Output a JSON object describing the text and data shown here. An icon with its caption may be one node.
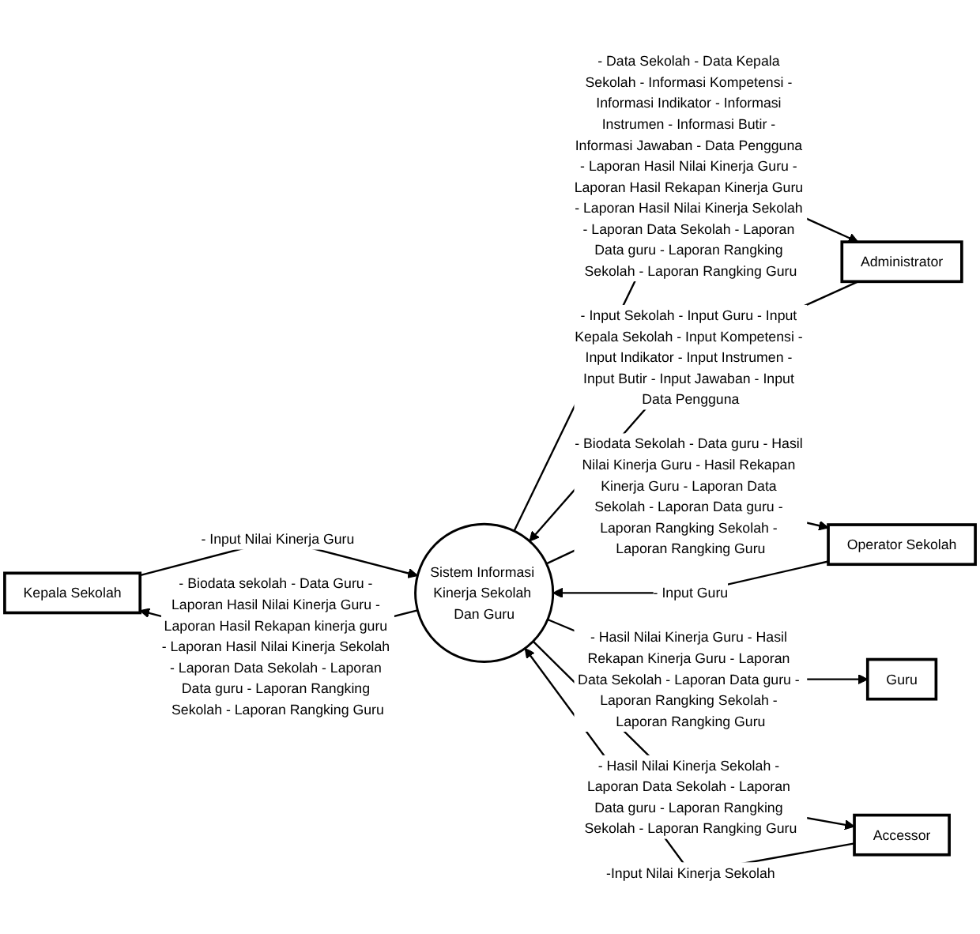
{
  "diagram": {
    "nodes": [
      {
        "text": [
          "Kepala Sekolah"
        ]
      },
      {
        "text": [
          "Administrator"
        ]
      },
      {
        "text": [
          "Sistem Informasi Kinerja Sekolah Dan Guru"
        ]
      },
      {
        "text": [
          "Operator Sekolah"
        ]
      },
      {
        "text": [
          "Guru"
        ]
      },
      {
        "text": [
          "Accessor"
        ]
      }
    ],
    "edges": [
      {
        "from": 0,
        "to": 2,
        "arrow": "to",
        "label": "- Input Nilai Kinerja Guru"
      },
      {
        "from": 2,
        "to": 0,
        "arrow": "to",
        "label": "- Biodata sekolah - Data Guru - Laporan Hasil Nilai Kinerja Guru - Laporan Hasil Rekapan kinerja guru - Laporan Hasil Nilai Kinerja Sekolah - Laporan Data Sekolah - Laporan Data guru - Laporan Rangking Sekolah - Laporan Rangking Guru"
      },
      {
        "from": 1,
        "to": 2,
        "arrow": "to",
        "label": "- Input Sekolah - Input Guru - Input Kepala Sekolah - Input Kompetensi - Input Indikator - Input Instrumen - Input Butir - Input Jawaban - Input Data Pengguna"
      },
      {
        "from": 2,
        "to": 1,
        "arrow": "to",
        "label": "- Data Sekolah - Data Kepala Sekolah - Informasi Kompetensi - Informasi Indikator - Informasi Instrumen - Informasi Butir - Informasi Jawaban - Data Pengguna - Laporan Hasil Nilai Kinerja Guru - Laporan Hasil Rekapan Kinerja Guru - Laporan Hasil Nilai Kinerja Sekolah - Laporan Data Sekolah - Laporan Data guru - Laporan Rangking Sekolah - Laporan Rangking Guru"
      },
      {
        "from": 3,
        "to": 2,
        "arrow": "to",
        "label": "- Input Guru"
      },
      {
        "from": 2,
        "to": 3,
        "arrow": "to",
        "label": "- Biodata Sekolah - Data guru - Hasil Nilai Kinerja Guru - Hasil Rekapan Kinerja Guru - Laporan Data Sekolah - Laporan Data guru - Laporan Rangking Sekolah - Laporan Rangking Guru"
      },
      {
        "from": 2,
        "to": 4,
        "arrow": "to",
        "label": "- Hasil Nilai Kinerja Guru - Hasil Rekapan Kinerja Guru - Laporan Data Sekolah - Laporan Data guru - Laporan Rangking Sekolah - Laporan Rangking Guru"
      },
      {
        "from": 5,
        "to": 2,
        "arrow": "to",
        "label": "-Input Nilai Kinerja Sekolah"
      },
      {
        "from": 2,
        "to": 5,
        "arrow": "to",
        "label": "- Hasil Nilai Kinerja Sekolah - Laporan Data Sekolah - Laporan Data guru - Laporan Rangking Sekolah - Laporan Rangking Guru"
      }
    ]
  }
}
